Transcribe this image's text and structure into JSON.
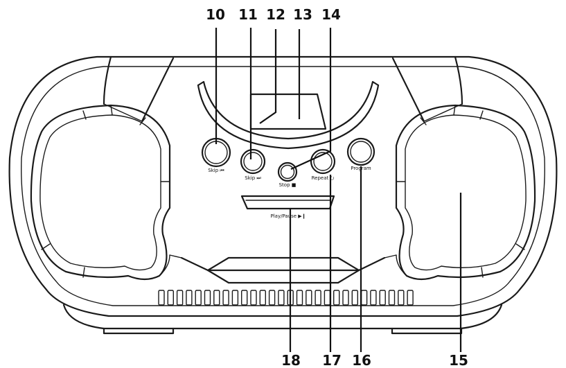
{
  "callouts": {
    "c10": "10",
    "c11": "11",
    "c12": "12",
    "c13": "13",
    "c14": "14",
    "c15": "15",
    "c16": "16",
    "c17": "17",
    "c18": "18"
  },
  "buttons": {
    "skip_back": "Skip ⏮",
    "skip_fwd": "Skip ⏭",
    "stop": "Stop ■",
    "repeat": "Repeat ⭮",
    "program": "Program",
    "play_pause": "Play/Pause ▶❙"
  },
  "colors": {
    "line": "#1a1a1a",
    "background": "#ffffff"
  }
}
